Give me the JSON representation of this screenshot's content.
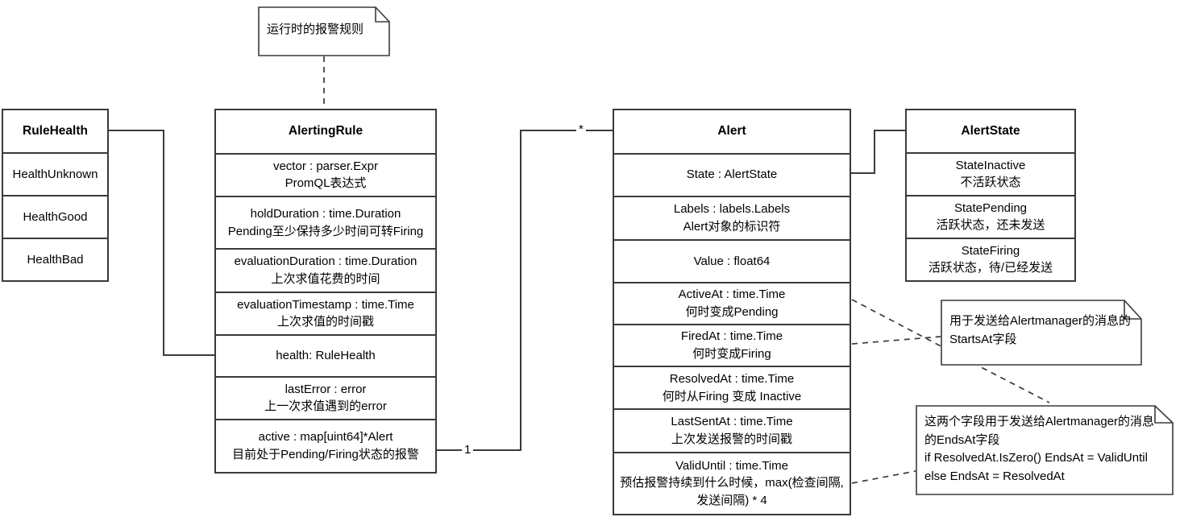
{
  "diagram": {
    "title_note": {
      "text": "运行时的报警规则"
    },
    "classes": [
      {
        "id": "rule-health",
        "name": "RuleHealth",
        "rows": [
          {
            "main": "HealthUnknown",
            "sub": ""
          },
          {
            "main": "HealthGood",
            "sub": ""
          },
          {
            "main": "HealthBad",
            "sub": ""
          }
        ]
      },
      {
        "id": "alerting-rule",
        "name": "AlertingRule",
        "rows": [
          {
            "main": "vector : parser.Expr",
            "sub": "PromQL表达式"
          },
          {
            "main": "holdDuration : time.Duration",
            "sub": "Pending至少保持多少时间可转Firing"
          },
          {
            "main": "evaluationDuration : time.Duration",
            "sub": "上次求值花费的时间"
          },
          {
            "main": "evaluationTimestamp : time.Time",
            "sub": "上次求值的时间戳"
          },
          {
            "main": "health: RuleHealth",
            "sub": ""
          },
          {
            "main": "lastError : error",
            "sub": "上一次求值遇到的error"
          },
          {
            "main": "active : map[uint64]*Alert",
            "sub": "目前处于Pending/Firing状态的报警"
          }
        ]
      },
      {
        "id": "alert",
        "name": "Alert",
        "rows": [
          {
            "main": "State : AlertState",
            "sub": ""
          },
          {
            "main": "Labels : labels.Labels",
            "sub": "Alert对象的标识符"
          },
          {
            "main": "Value : float64",
            "sub": ""
          },
          {
            "main": "ActiveAt : time.Time",
            "sub": "何时变成Pending"
          },
          {
            "main": "FiredAt : time.Time",
            "sub": "何时变成Firing"
          },
          {
            "main": "ResolvedAt : time.Time",
            "sub": "何时从Firing 变成 Inactive"
          },
          {
            "main": "LastSentAt : time.Time",
            "sub": "上次发送报警的时间戳"
          },
          {
            "main": "ValidUntil : time.Time",
            "sub": "预估报警持续到什么时候，max(检查间隔, 发送间隔) * 4"
          }
        ]
      },
      {
        "id": "alert-state",
        "name": "AlertState",
        "rows": [
          {
            "main": "StateInactive",
            "sub": "不活跃状态"
          },
          {
            "main": "StatePending",
            "sub": "活跃状态，还未发送"
          },
          {
            "main": "StateFiring",
            "sub": "活跃状态，待/已经发送"
          }
        ]
      }
    ],
    "notes": [
      {
        "id": "starts-at-note",
        "text": "用于发送给Alertmanager的消息的StartsAt字段"
      },
      {
        "id": "ends-at-note",
        "text": "这两个字段用于发送给Alertmanager的消息的EndsAt字段\nif ResolvedAt.IsZero() EndsAt = ValidUntil\nelse EndsAt = ResolvedAt"
      }
    ],
    "multiplicities": {
      "alerting_rule_end": "1",
      "alert_end": "*"
    },
    "colors": {
      "stroke": "#3a3a3a",
      "background": "#ffffff",
      "text": "#000000"
    }
  }
}
